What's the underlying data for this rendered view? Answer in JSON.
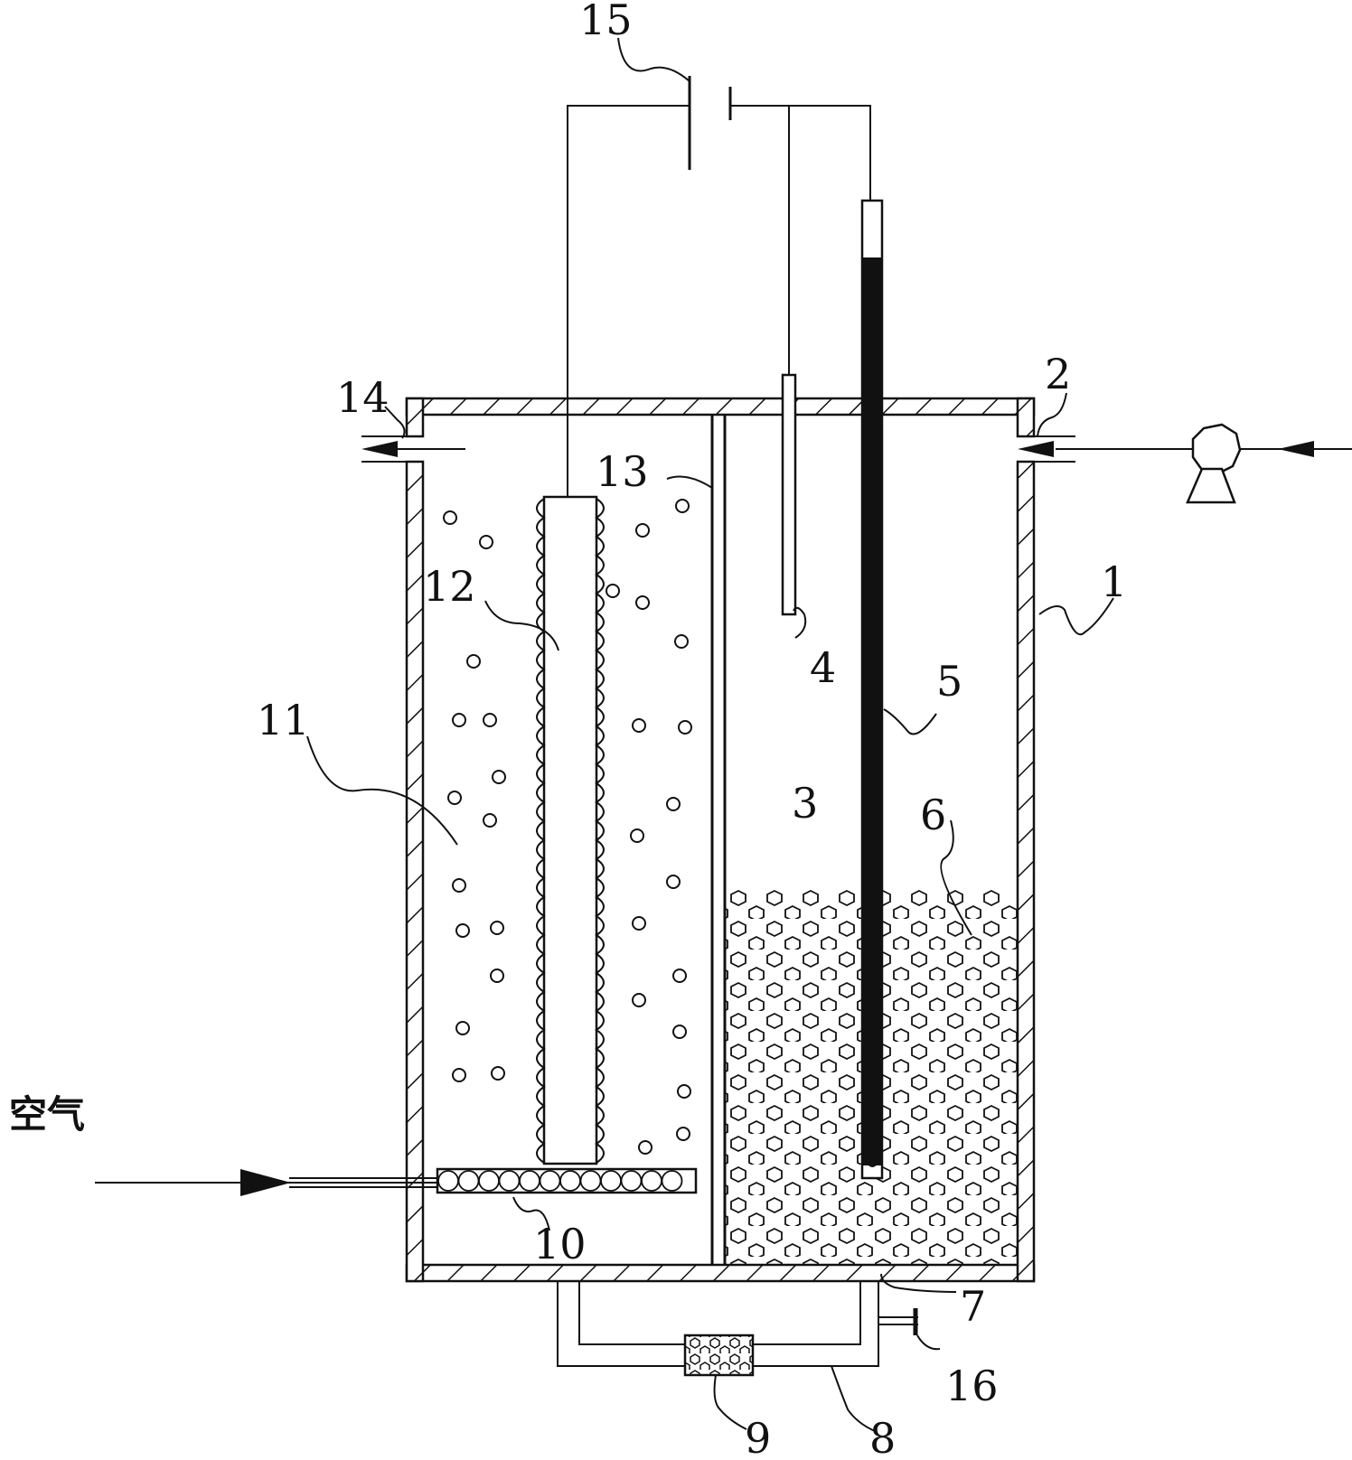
{
  "labels": {
    "n1": "1",
    "n2": "2",
    "n3": "3",
    "n4": "4",
    "n5": "5",
    "n6": "6",
    "n7": "7",
    "n8": "8",
    "n9": "9",
    "n10": "10",
    "n11": "11",
    "n12": "12",
    "n13": "13",
    "n14": "14",
    "n15": "15",
    "n16": "16",
    "air": "空气"
  }
}
